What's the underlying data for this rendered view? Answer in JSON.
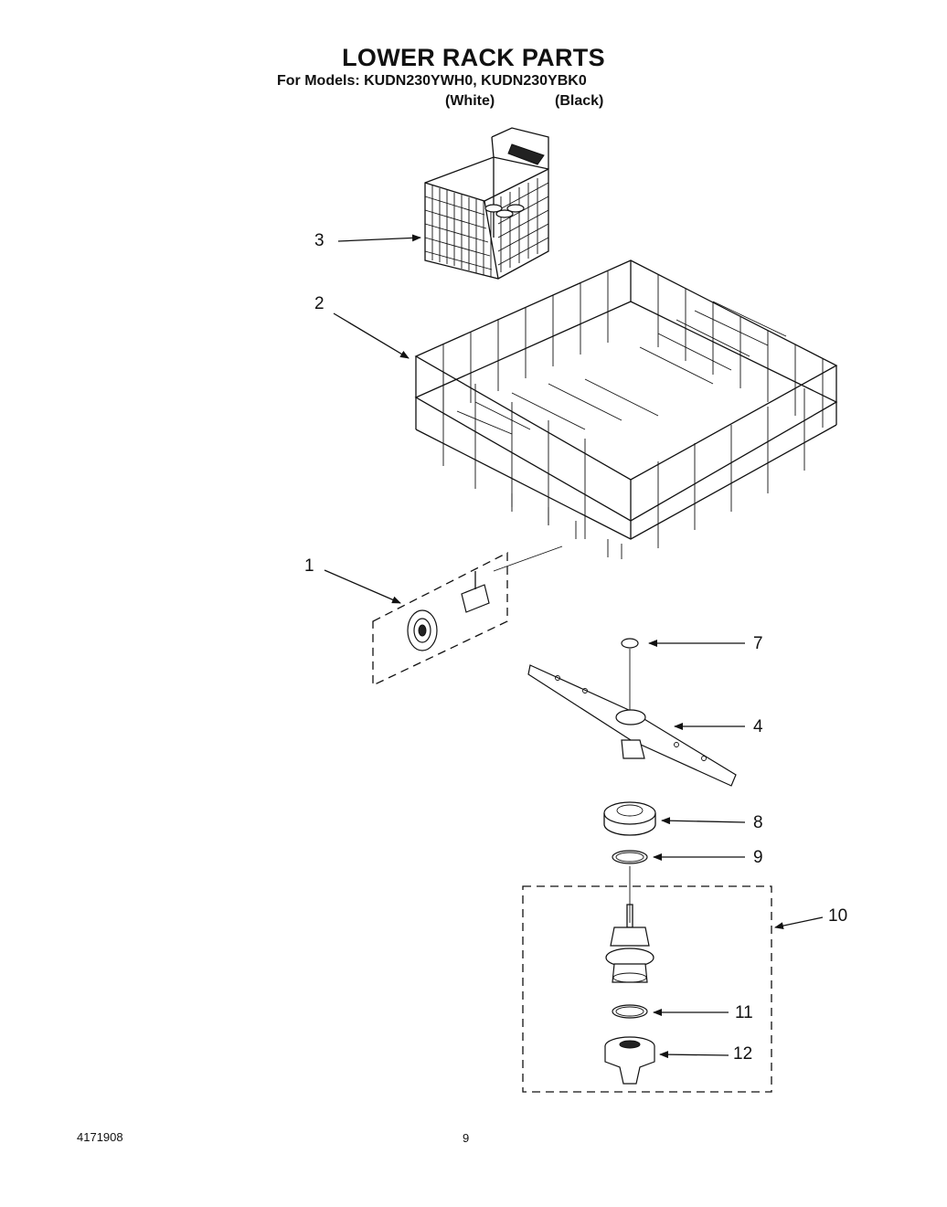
{
  "header": {
    "title": "LOWER RACK PARTS",
    "models": "For Models: KUDN230YWH0, KUDN230YBK0",
    "variant_white": "(White)",
    "variant_black": "(Black)"
  },
  "callouts": {
    "c1": "1",
    "c2": "2",
    "c3": "3",
    "c4": "4",
    "c7": "7",
    "c8": "8",
    "c9": "9",
    "c10": "10",
    "c11": "11",
    "c12": "12"
  },
  "footer": {
    "doc_number": "4171908",
    "page_number": "9"
  }
}
